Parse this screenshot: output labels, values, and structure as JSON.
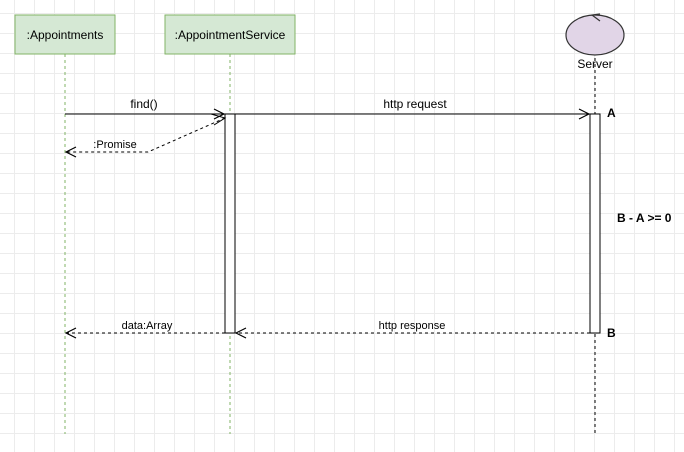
{
  "participants": {
    "appointments": ":Appointments",
    "service": ":AppointmentService",
    "server": "Server"
  },
  "messages": {
    "find": "find()",
    "promise": ":Promise",
    "http_request": "http request",
    "http_response": "http response",
    "data_array": "data:Array"
  },
  "annotations": {
    "a": "A",
    "b": "B",
    "constraint": "B - A >= 0"
  },
  "colors": {
    "participant_fill": "#d5e8d4",
    "participant_stroke": "#82b366",
    "server_fill": "#e1d5e7",
    "server_stroke": "#333333",
    "lifeline_green": "#82b366",
    "line": "#000000"
  }
}
